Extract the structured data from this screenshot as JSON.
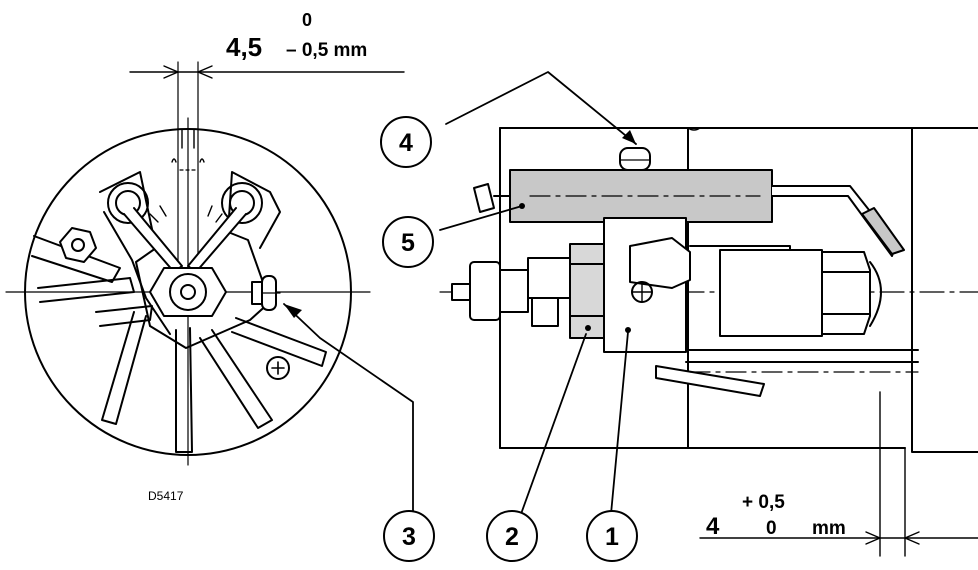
{
  "colors": {
    "line": "#000000",
    "background": "#ffffff",
    "electrode_fill": "#c8c8c8",
    "nut_fill": "#d8d8d8"
  },
  "figure_code": "D5417",
  "dimension_top": {
    "upper_tol": "0",
    "value": "4,5",
    "lower_tol": "– 0,5 mm"
  },
  "dimension_bottom": {
    "upper_tol": "+ 0,5",
    "value": "4",
    "lower_tol": "0",
    "unit": "mm"
  },
  "callouts": [
    {
      "id": "1",
      "label": "1"
    },
    {
      "id": "2",
      "label": "2"
    },
    {
      "id": "3",
      "label": "3"
    },
    {
      "id": "4",
      "label": "4"
    },
    {
      "id": "5",
      "label": "5"
    }
  ]
}
